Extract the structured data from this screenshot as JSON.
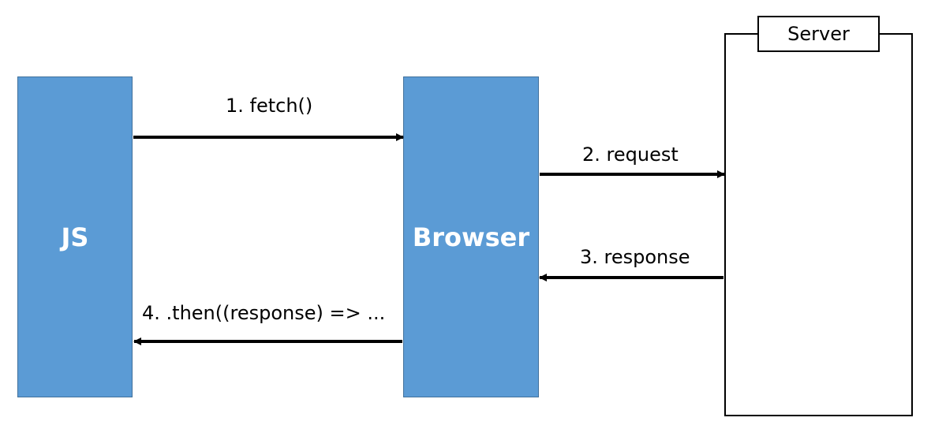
{
  "nodes": {
    "js": {
      "label": "JS"
    },
    "browser": {
      "label": "Browser"
    },
    "server": {
      "label": "Server"
    }
  },
  "arrows": [
    {
      "id": "fetch",
      "label": "1. fetch()",
      "from": "JS",
      "to": "Browser"
    },
    {
      "id": "request",
      "label": "2. request",
      "from": "Browser",
      "to": "Server"
    },
    {
      "id": "response",
      "label": "3. response",
      "from": "Server",
      "to": "Browser"
    },
    {
      "id": "then",
      "label": "4. .then((response) => ...",
      "from": "Browser",
      "to": "JS"
    }
  ],
  "colors": {
    "box_fill": "#5b9bd5",
    "box_border": "#41719c",
    "box_text": "#ffffff",
    "line": "#000000"
  }
}
